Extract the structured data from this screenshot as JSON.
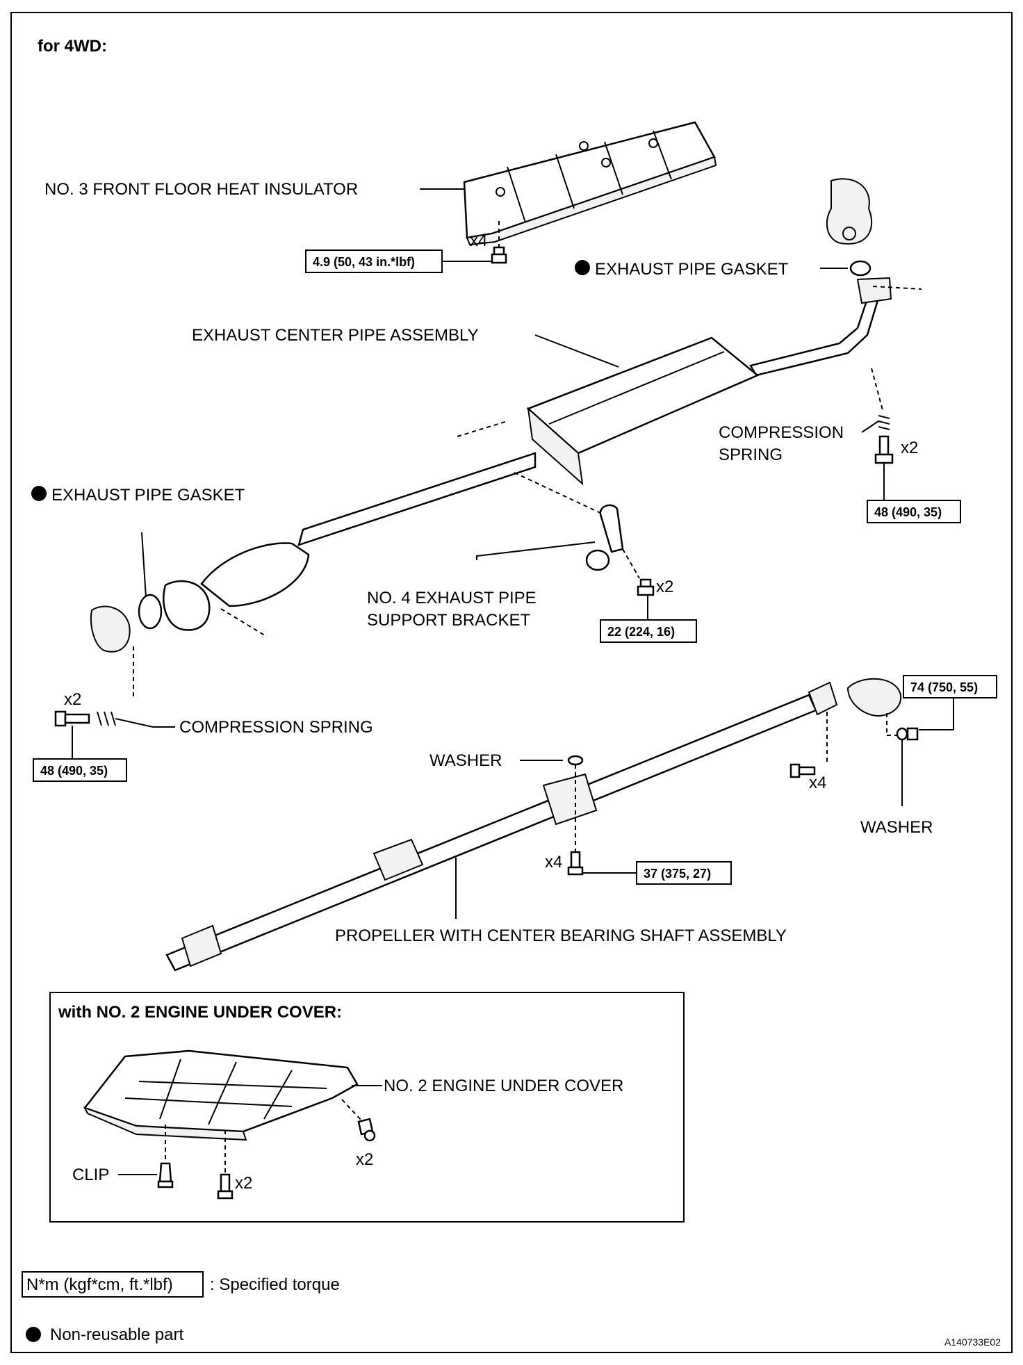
{
  "header": {
    "title": "for 4WD:"
  },
  "labels": {
    "heat_insulator": "NO. 3 FRONT FLOOR HEAT INSULATOR",
    "gasket_top": "EXHAUST PIPE GASKET",
    "center_pipe": "EXHAUST CENTER PIPE ASSEMBLY",
    "compression_spring_right_1": "COMPRESSION",
    "compression_spring_right_2": "SPRING",
    "gasket_left": "EXHAUST PIPE GASKET",
    "bracket_1": "NO. 4 EXHAUST PIPE",
    "bracket_2": "SUPPORT BRACKET",
    "compression_spring_left": "COMPRESSION SPRING",
    "washer_center": "WASHER",
    "washer_right": "WASHER",
    "propeller": "PROPELLER WITH CENTER BEARING SHAFT ASSEMBLY"
  },
  "torques": {
    "heat_insulator": "4.9 (50, 43 in.*lbf)",
    "right_bolt": "48 (490, 35)",
    "bracket": "22 (224, 16)",
    "left_bolt": "48 (490, 35)",
    "flange_nut": "74 (750, 55)",
    "center_bearing": "37 (375, 27)"
  },
  "quantities": {
    "heat_insulator": "x4",
    "right_bolt": "x2",
    "bracket": "x2",
    "left_bolt": "x2",
    "flange_bolts": "x4",
    "center_bearing": "x4",
    "cover_bolts": "x2",
    "cover_screws": "x2"
  },
  "inset": {
    "title": "with NO. 2 ENGINE UNDER COVER:",
    "cover_label": "NO. 2 ENGINE UNDER COVER",
    "clip_label": "CLIP"
  },
  "legend": {
    "torque_box": "N*m (kgf*cm, ft.*lbf)",
    "torque_text": ": Specified torque",
    "nonreusable_text": "Non-reusable part"
  },
  "footer": {
    "code": "A140733E02"
  }
}
